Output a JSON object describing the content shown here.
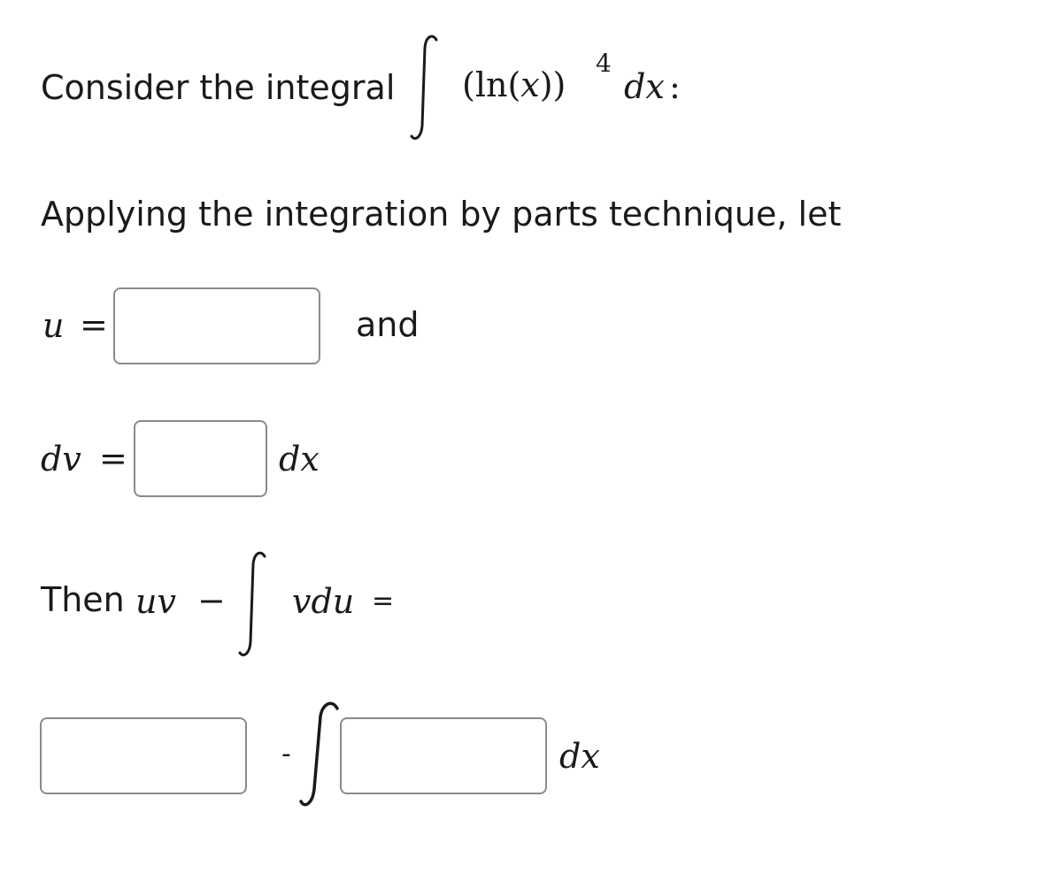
{
  "intro": {
    "prefix": "Consider the integral",
    "integrand_open": "(ln(",
    "integrand_var": "x",
    "integrand_close": "))",
    "exponent": "4",
    "differential": "dx",
    "colon": ":"
  },
  "instruction": "Applying the integration by parts technique, let",
  "u_row": {
    "var": "u",
    "equals": "=",
    "value": "",
    "after": "and"
  },
  "dv_row": {
    "var": "dv",
    "equals": "=",
    "value": "",
    "after": "dx"
  },
  "then_row": {
    "prefix": "Then",
    "uv": "uv",
    "minus": "−",
    "integrand": "vdu",
    "equals": "="
  },
  "answer_row": {
    "first_value": "",
    "minus": "-",
    "second_value": "",
    "differential": "dx"
  }
}
